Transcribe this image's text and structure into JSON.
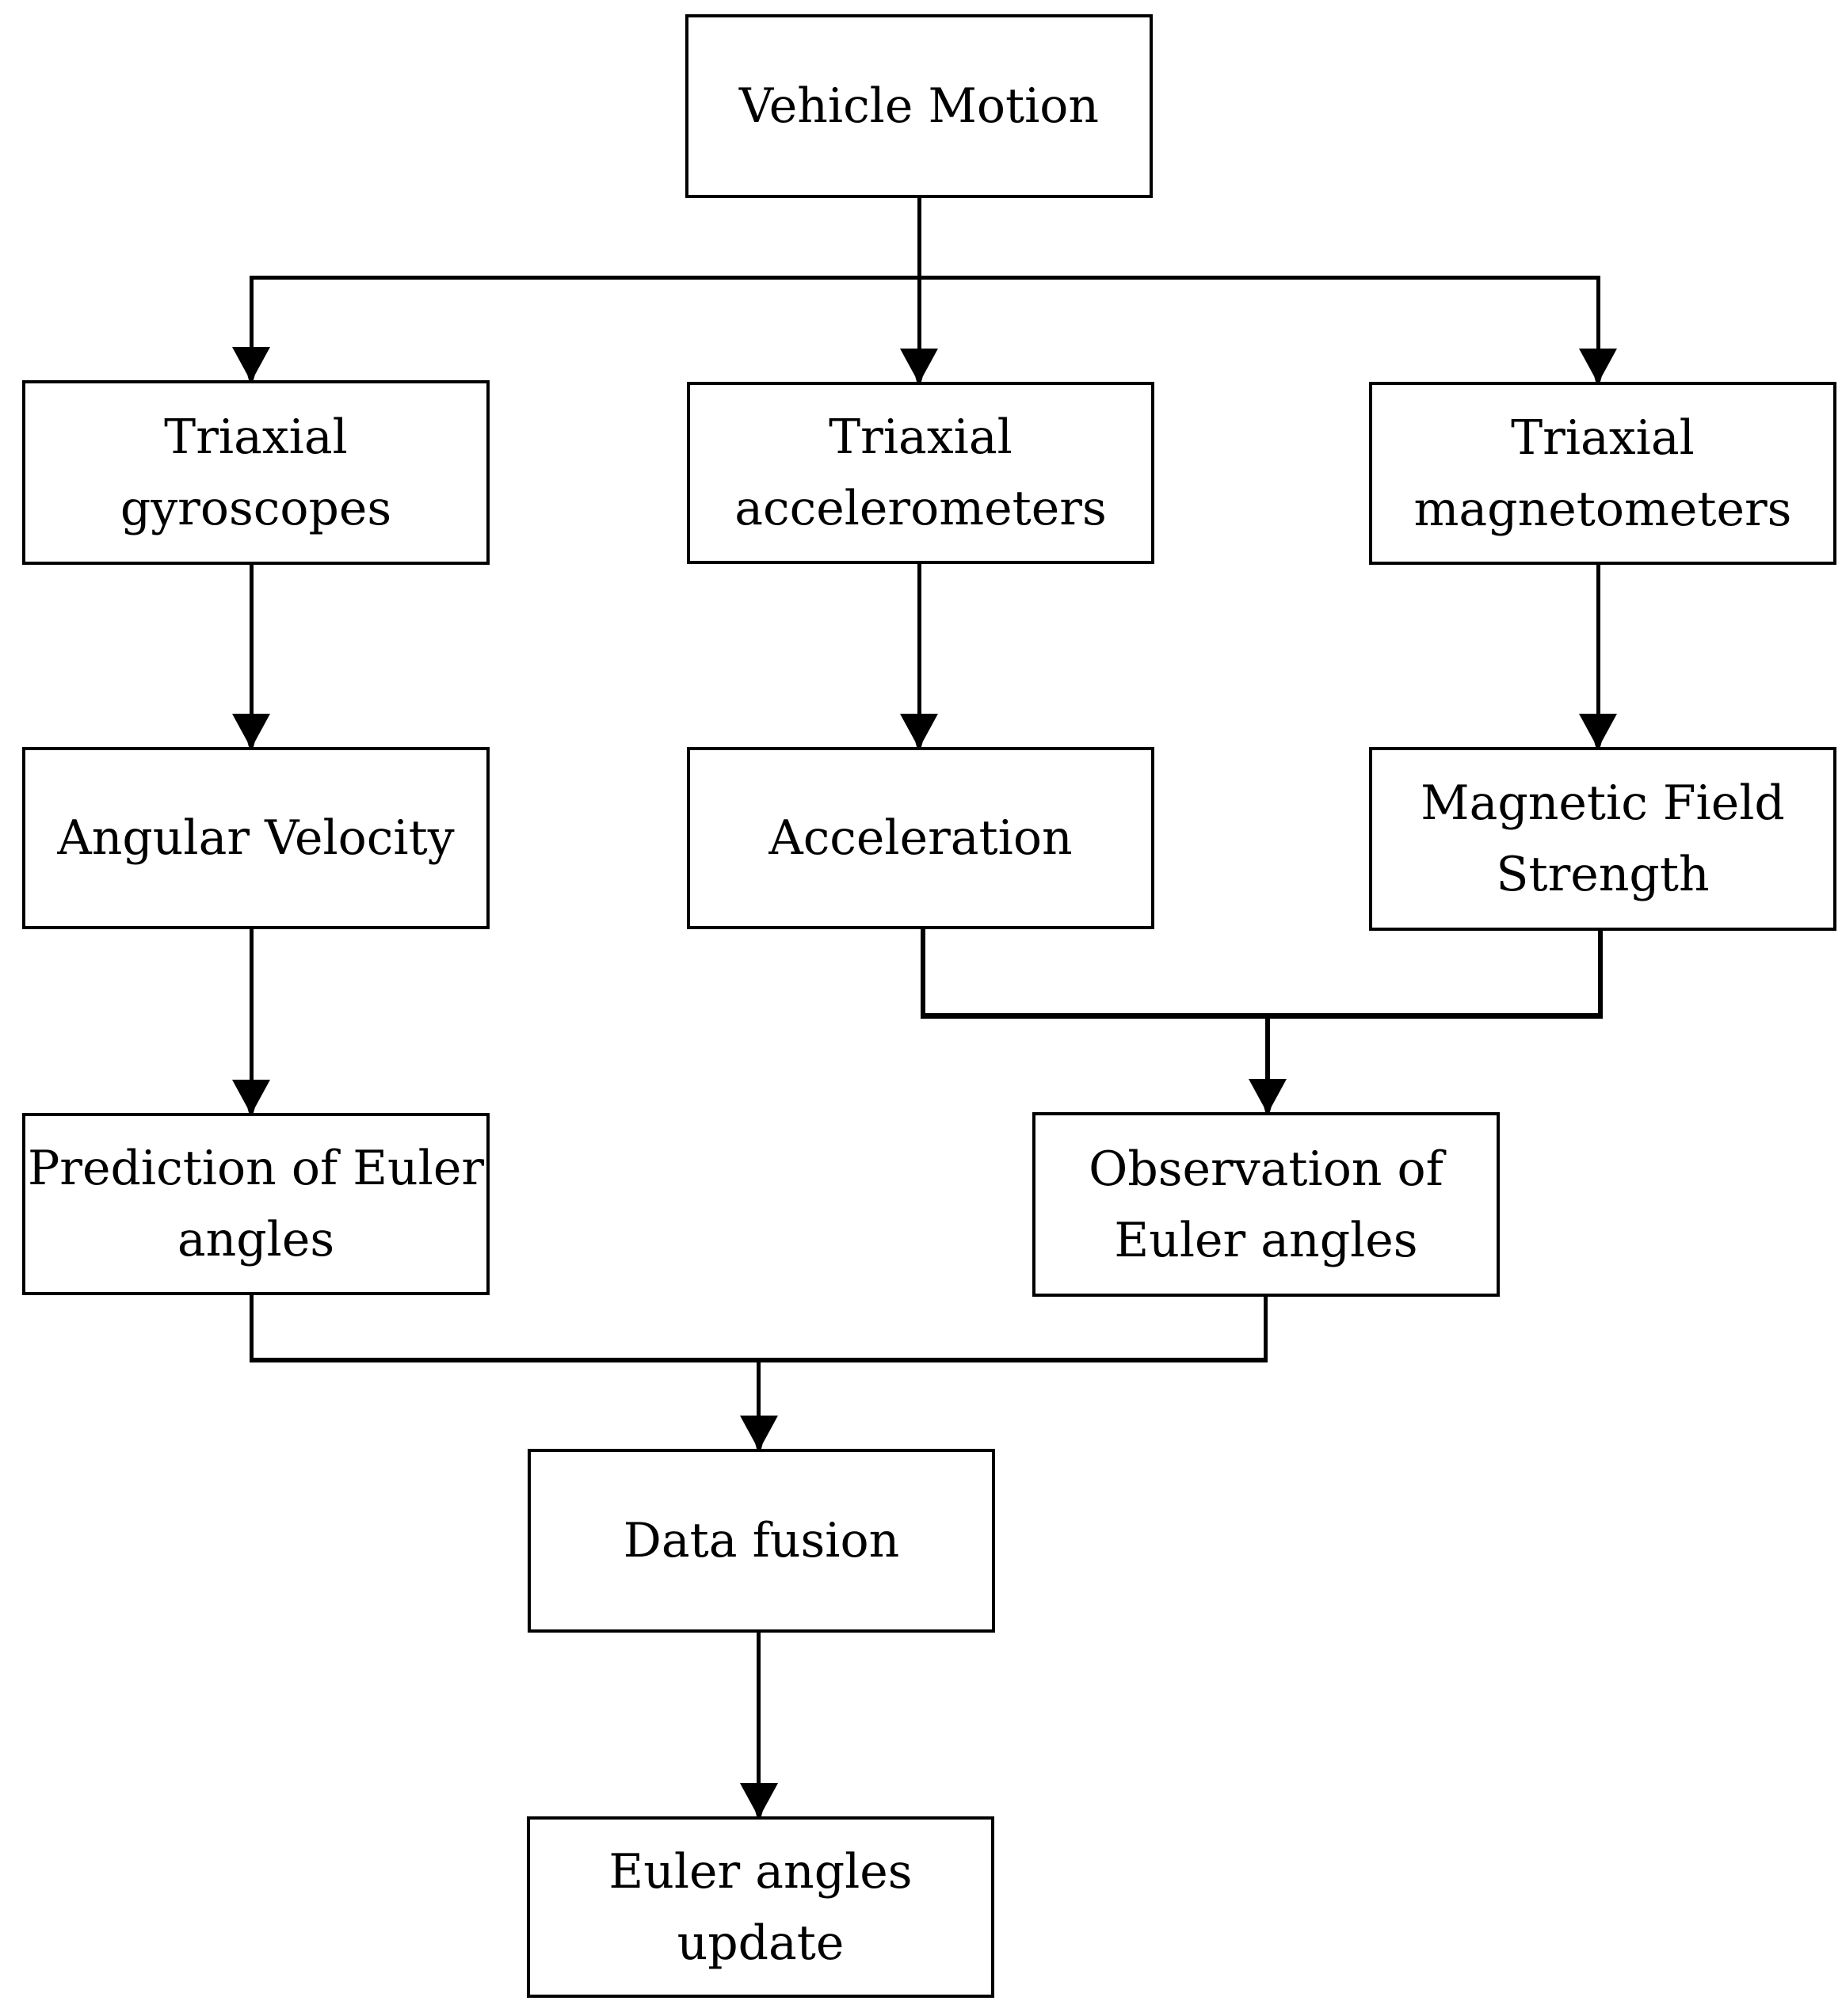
{
  "diagram": {
    "type": "flowchart",
    "background_color": "#ffffff",
    "line_color": "#000000",
    "box_fill": "#ffffff",
    "nodes": [
      {
        "id": "vehicle-motion",
        "label": "Vehicle Motion"
      },
      {
        "id": "triaxial-gyroscopes",
        "label": "Triaxial\ngyroscopes"
      },
      {
        "id": "triaxial-accelerometers",
        "label": "Triaxial\naccelerometers"
      },
      {
        "id": "triaxial-magnetometers",
        "label": "Triaxial\nmagnetometers"
      },
      {
        "id": "angular-velocity",
        "label": "Angular Velocity"
      },
      {
        "id": "acceleration",
        "label": "Acceleration"
      },
      {
        "id": "magnetic-field-strength",
        "label": "Magnetic Field\nStrength"
      },
      {
        "id": "prediction-of-euler-angles",
        "label": "Prediction of Euler\nangles"
      },
      {
        "id": "observation-of-euler-angles",
        "label": "Observation of\nEuler angles"
      },
      {
        "id": "data-fusion",
        "label": "Data fusion"
      },
      {
        "id": "euler-angles-update",
        "label": "Euler angles\nupdate"
      }
    ],
    "edges": [
      {
        "from": "vehicle-motion",
        "to": "triaxial-gyroscopes"
      },
      {
        "from": "vehicle-motion",
        "to": "triaxial-accelerometers"
      },
      {
        "from": "vehicle-motion",
        "to": "triaxial-magnetometers"
      },
      {
        "from": "triaxial-gyroscopes",
        "to": "angular-velocity"
      },
      {
        "from": "triaxial-accelerometers",
        "to": "acceleration"
      },
      {
        "from": "triaxial-magnetometers",
        "to": "magnetic-field-strength"
      },
      {
        "from": "angular-velocity",
        "to": "prediction-of-euler-angles"
      },
      {
        "from": [
          "acceleration",
          "magnetic-field-strength"
        ],
        "to": "observation-of-euler-angles"
      },
      {
        "from": [
          "prediction-of-euler-angles",
          "observation-of-euler-angles"
        ],
        "to": "data-fusion"
      },
      {
        "from": "data-fusion",
        "to": "euler-angles-update"
      }
    ]
  }
}
